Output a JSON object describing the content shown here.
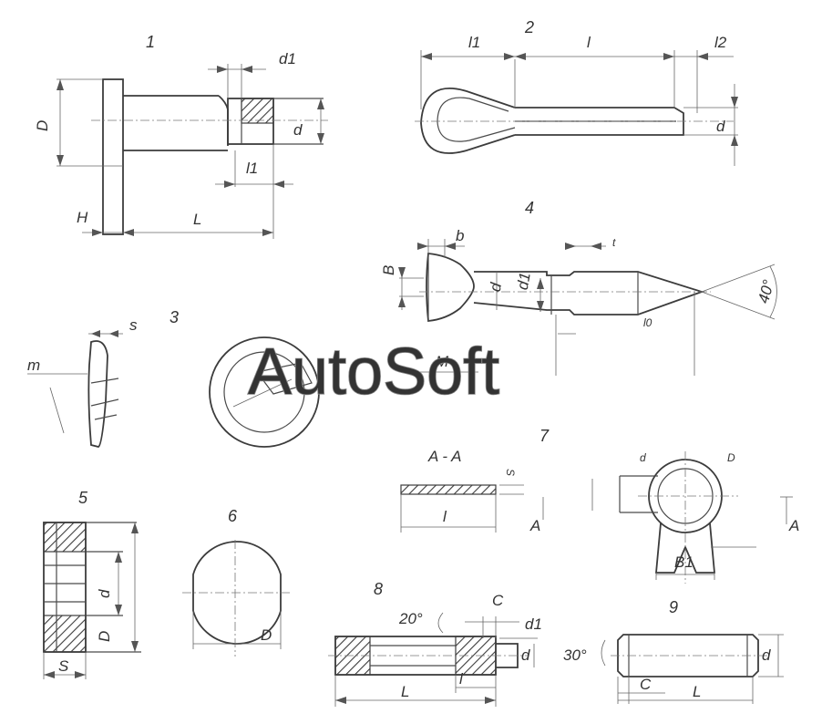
{
  "figures": [
    {
      "number": "1",
      "labels": [
        "d1",
        "D",
        "d",
        "l1",
        "H",
        "L"
      ]
    },
    {
      "number": "2",
      "labels": [
        "l1",
        "l",
        "l2",
        "d"
      ]
    },
    {
      "number": "3",
      "labels": [
        "s",
        "m"
      ]
    },
    {
      "number": "4",
      "labels": [
        "b",
        "t",
        "B",
        "d",
        "d1",
        "l0",
        "40°",
        "M"
      ]
    },
    {
      "number": "5",
      "labels": [
        "d",
        "D",
        "S"
      ]
    },
    {
      "number": "6",
      "labels": [
        "D"
      ]
    },
    {
      "number": "7",
      "labels": [
        "A - A",
        "S",
        "l",
        "A",
        "d",
        "D",
        "B1",
        "A"
      ]
    },
    {
      "number": "8",
      "labels": [
        "C",
        "20°",
        "d1",
        "d",
        "L",
        "l"
      ]
    },
    {
      "number": "9",
      "labels": [
        "30°",
        "d",
        "C",
        "L"
      ]
    }
  ],
  "watermark": "AutoSoft"
}
